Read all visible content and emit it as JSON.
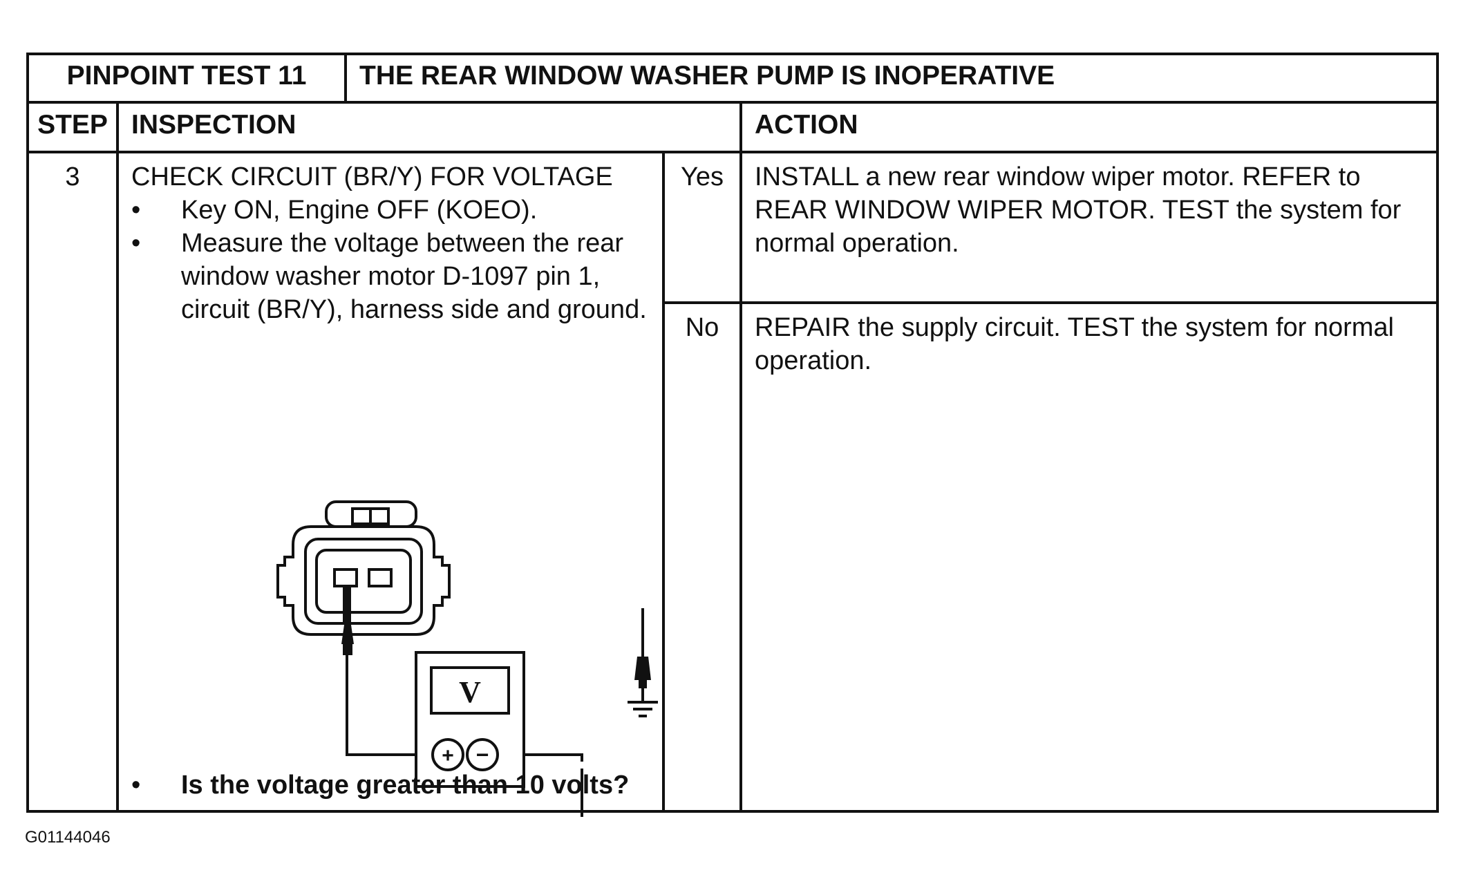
{
  "header": {
    "test_label": "PINPOINT TEST 11",
    "test_title": "THE REAR WINDOW WASHER PUMP IS INOPERATIVE"
  },
  "columns": {
    "step": "STEP",
    "inspection": "INSPECTION",
    "action": "ACTION"
  },
  "step": {
    "number": "3",
    "inspection_title": "CHECK CIRCUIT (BR/Y) FOR VOLTAGE",
    "bullets": [
      "Key ON, Engine OFF (KOEO).",
      "Measure the voltage between the rear window washer motor D-1097 pin 1, circuit (BR/Y), harness side and ground."
    ],
    "question": "Is the voltage greater than 10 volts?"
  },
  "diagram": {
    "meter_label": "V",
    "plus": "+",
    "minus": "−"
  },
  "results": [
    {
      "answer": "Yes",
      "action": "INSTALL a new rear window wiper motor. REFER to REAR WINDOW WIPER MOTOR. TEST the system for normal operation."
    },
    {
      "answer": "No",
      "action": "REPAIR the supply circuit. TEST the system for normal operation."
    }
  ],
  "figure_id": "G01144046"
}
